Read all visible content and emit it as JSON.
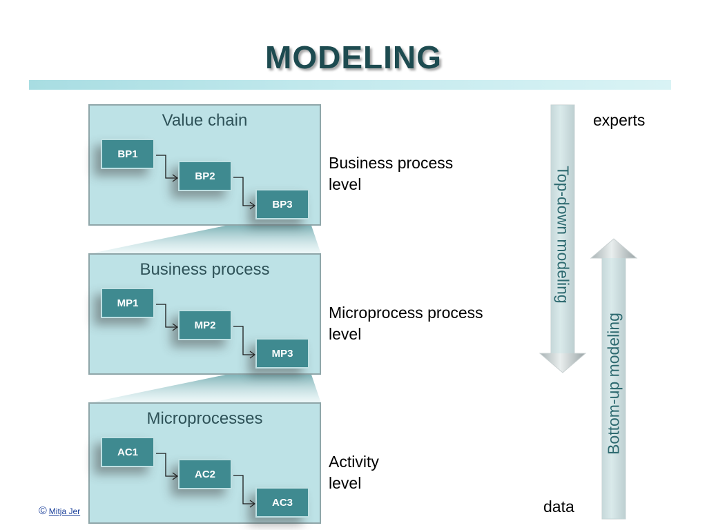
{
  "title": "MODELING",
  "panels": [
    {
      "title": "Value chain",
      "nodes": [
        "BP1",
        "BP2",
        "BP3"
      ]
    },
    {
      "title": "Business process",
      "nodes": [
        "MP1",
        "MP2",
        "MP3"
      ]
    },
    {
      "title": "Microprocesses",
      "nodes": [
        "AC1",
        "AC2",
        "AC3"
      ]
    }
  ],
  "level_labels": [
    {
      "line1": "Business process",
      "line2": "level"
    },
    {
      "line1": "Microprocess process",
      "line2": "level"
    },
    {
      "line1": "Activity",
      "line2": "level"
    }
  ],
  "arrows": {
    "top_down": "Top-down modeling",
    "bottom_up": "Bottom-up modeling"
  },
  "ends": {
    "top": "experts",
    "bottom": "data"
  },
  "footer": {
    "symbol": "©",
    "text": "Mitja Jer"
  },
  "colors": {
    "title": "#1d4b50",
    "panel_fill": "#bde2e6",
    "node_fill": "#3f8a90",
    "arrow_text": "#2e6a70"
  }
}
